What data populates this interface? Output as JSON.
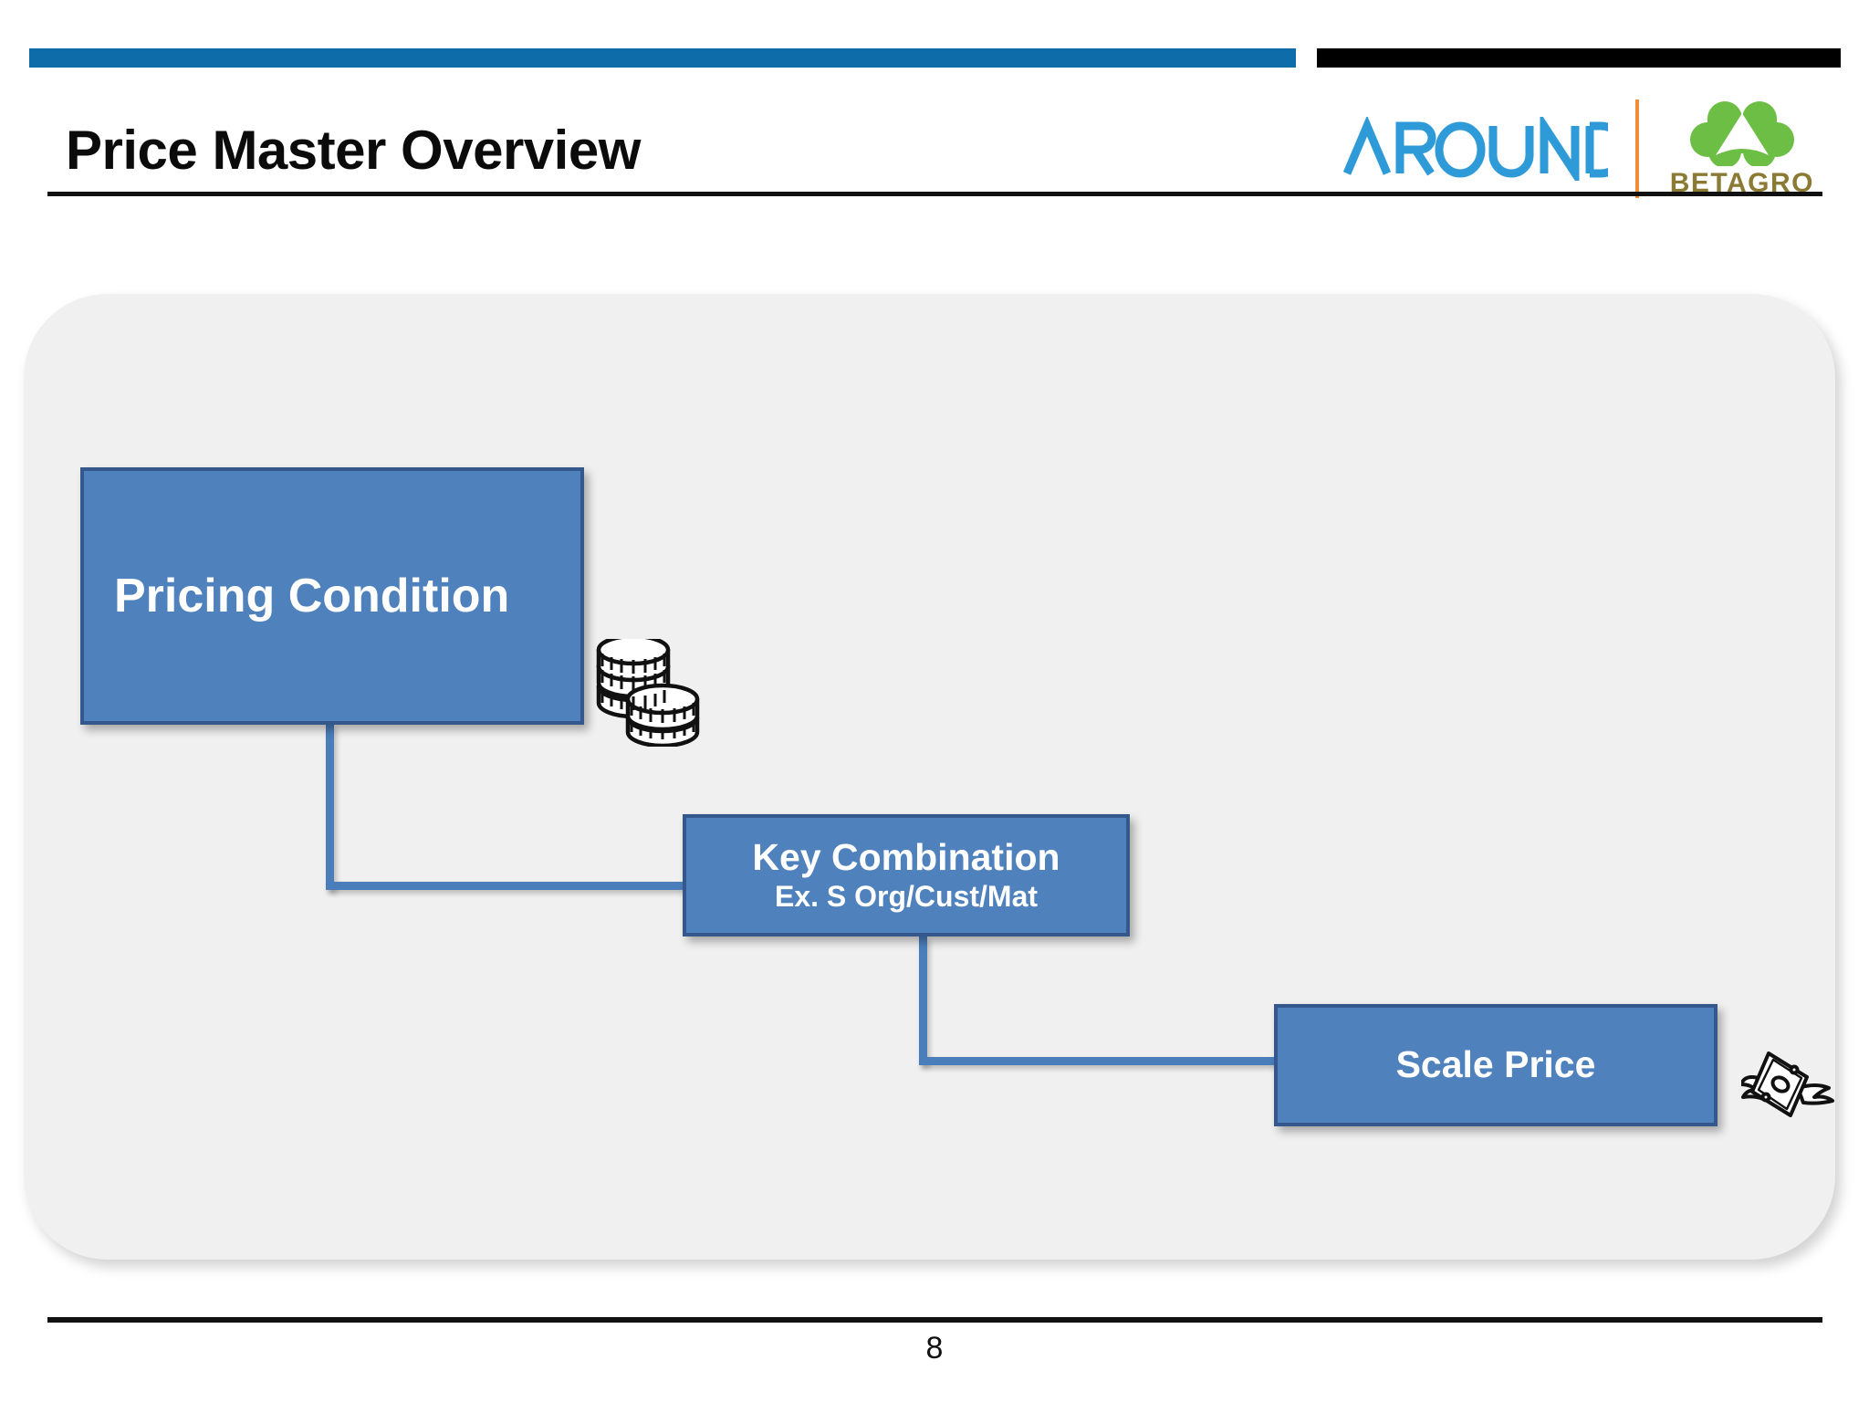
{
  "slide": {
    "title": "Price Master Overview",
    "page_number": "8",
    "accent_blue": "#0E6CA8",
    "accent_black": "#000000",
    "panel_bg": "#F0F0F0",
    "box_fill": "#4F81BD",
    "box_border": "#34588B",
    "connector_color": "#4A7EBB"
  },
  "branding": {
    "around": {
      "wordmark": "AROUND",
      "color": "#2E9BD8"
    },
    "divider_color": "#F08C35",
    "betagro": {
      "wordmark": "BETAGRO",
      "text_color": "#8A7A33",
      "mark_color": "#6CBE45"
    }
  },
  "diagram": {
    "boxes": [
      {
        "id": "pricing-condition",
        "title": "Pricing Condition",
        "subtitle": ""
      },
      {
        "id": "key-combination",
        "title": "Key Combination",
        "subtitle": "Ex. S Org/Cust/Mat"
      },
      {
        "id": "scale-price",
        "title": "Scale Price",
        "subtitle": ""
      }
    ],
    "icons": [
      {
        "id": "coins",
        "name": "coins-stack-icon"
      },
      {
        "id": "flying-money",
        "name": "flying-money-icon"
      }
    ]
  }
}
